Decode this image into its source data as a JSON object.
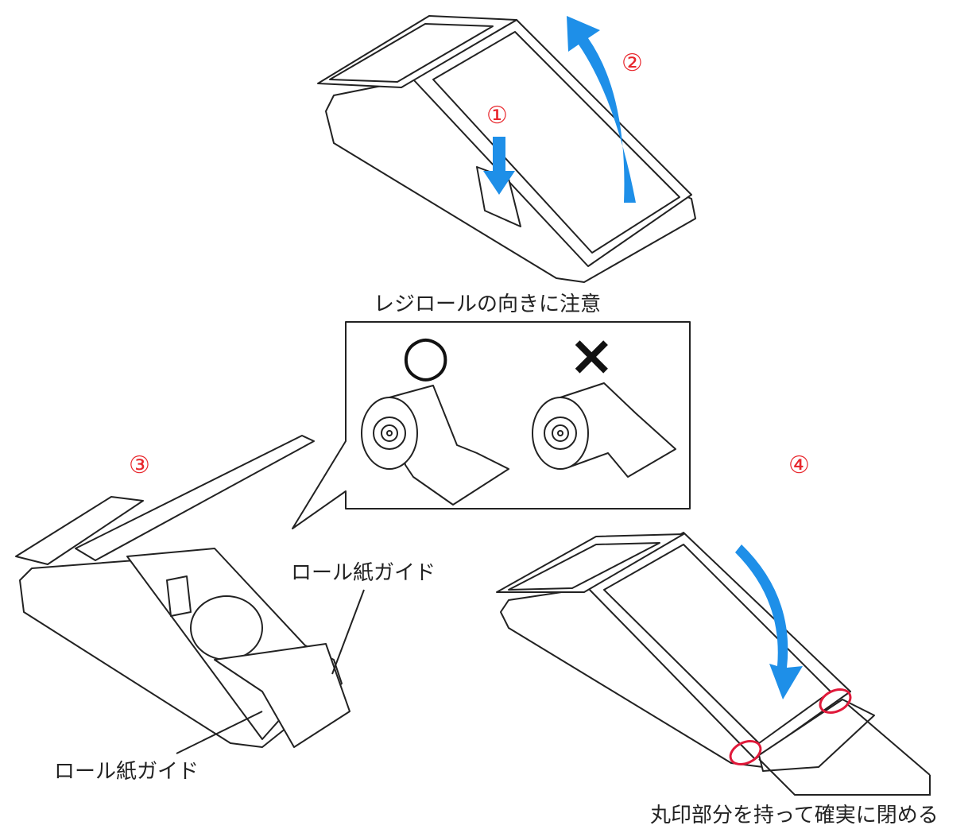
{
  "steps": {
    "s1": "①",
    "s2": "②",
    "s3": "③",
    "s4": "④"
  },
  "caution_title": "レジロールの向きに注意",
  "correct_mark": "○",
  "wrong_mark": "×",
  "guide_label_top": "ロール紙ガイド",
  "guide_label_bottom": "ロール紙ガイド",
  "close_instruction": "丸印部分を持って確実に閉める",
  "colors": {
    "arrow": "#1e8fe8",
    "step_number": "#e8262c",
    "highlight_circle": "#e0193a",
    "line": "#222222"
  }
}
